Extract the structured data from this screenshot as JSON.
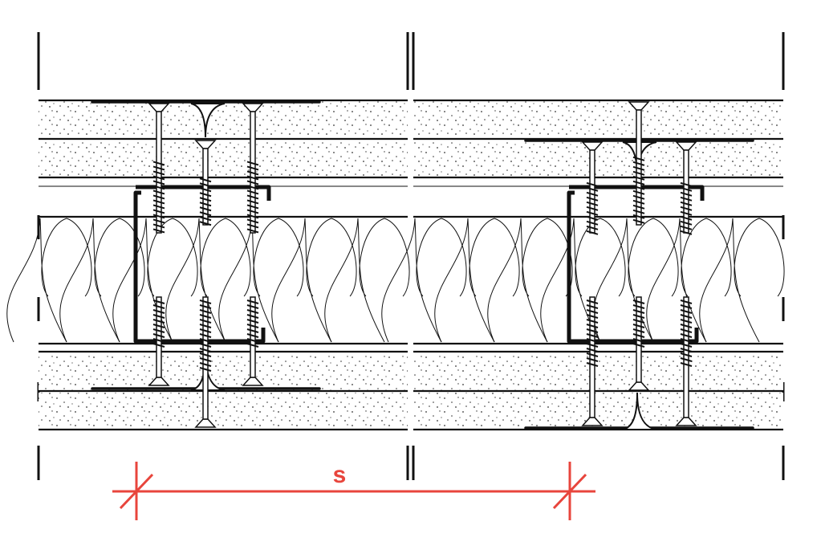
{
  "dimension": {
    "label": "s",
    "color": "#e8453c"
  },
  "colors": {
    "line": "#111111",
    "board_speckle": "#333333",
    "background": "#ffffff"
  },
  "parts": {
    "layers": [
      "board-outer-a",
      "board-outer-b",
      "insulation",
      "board-inner-a",
      "board-inner-b"
    ],
    "studs": [
      "stud-left",
      "stud-right"
    ]
  }
}
